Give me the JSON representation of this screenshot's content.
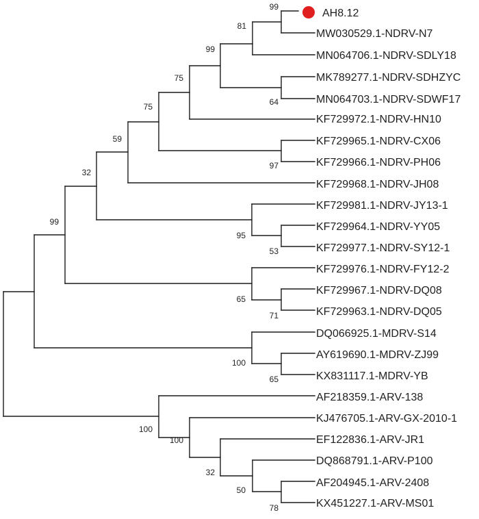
{
  "tree": {
    "taxa": [
      "AH8.12",
      "MW030529.1-NDRV-N7",
      "MN064706.1-NDRV-SDLY18",
      "MK789277.1-NDRV-SDHZYC",
      "MN064703.1-NDRV-SDWF17",
      "KF729972.1-NDRV-HN10",
      "KF729965.1-NDRV-CX06",
      "KF729966.1-NDRV-PH06",
      "KF729968.1-NDRV-JH08",
      "KF729981.1-NDRV-JY13-1",
      "KF729964.1-NDRV-YY05",
      "KF729977.1-NDRV-SY12-1",
      "KF729976.1-NDRV-FY12-2",
      "KF729967.1-NDRV-DQ08",
      "KF729963.1-NDRV-DQ05",
      "DQ066925.1-MDRV-S14",
      "AY619690.1-MDRV-ZJ99",
      "KX831117.1-MDRV-YB",
      "AF218359.1-ARV-138",
      "KJ476705.1-ARV-GX-2010-1",
      "EF122836.1-ARV-JR1",
      "DQ868791.1-ARV-P100",
      "AF204945.1-ARV-2408",
      "KX451227.1-ARV-MS01"
    ],
    "highlight": {
      "taxon": "AH8.12",
      "marker": "red-circle",
      "color": "#e02020"
    },
    "bootstrap_values": [
      "99",
      "81",
      "99",
      "75",
      "64",
      "75",
      "97",
      "59",
      "32",
      "95",
      "53",
      "99",
      "65",
      "71",
      "100",
      "65",
      "100",
      "100",
      "32",
      "50",
      "78"
    ]
  }
}
